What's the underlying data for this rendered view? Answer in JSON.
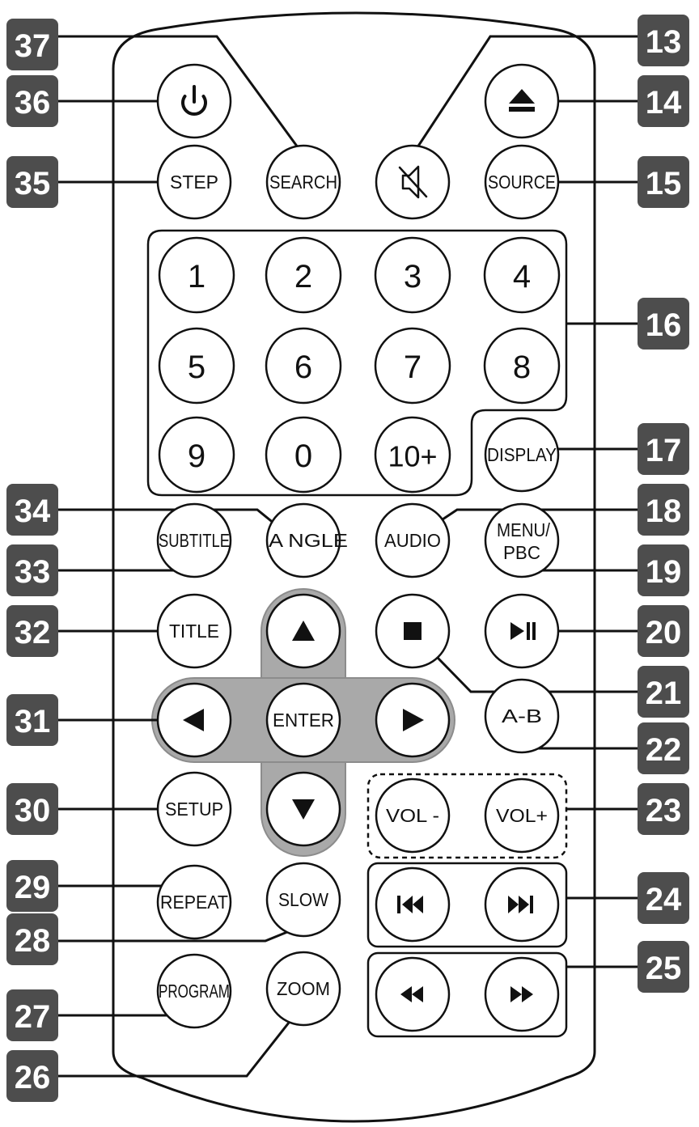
{
  "callouts": {
    "left": [
      "37",
      "36",
      "35",
      "34",
      "33",
      "32",
      "31",
      "30",
      "29",
      "28",
      "27",
      "26"
    ],
    "right": [
      "13",
      "14",
      "15",
      "16",
      "17",
      "18",
      "19",
      "20",
      "21",
      "22",
      "23",
      "24",
      "25"
    ]
  },
  "buttons": {
    "step": "STEP",
    "search": "SEARCH",
    "source": "SOURCE",
    "digits": [
      "1",
      "2",
      "3",
      "4",
      "5",
      "6",
      "7",
      "8",
      "9",
      "0"
    ],
    "ten_plus": "10+",
    "display": "DISPLAY",
    "subtitle": "SUBTITLE",
    "angle": "A NGLE",
    "audio": "AUDIO",
    "menu_pbc": [
      "MENU/",
      "PBC"
    ],
    "title": "TITLE",
    "enter": "ENTER",
    "a_b": "A-B",
    "setup": "SETUP",
    "vol_minus": "VOL -",
    "vol_plus": "VOL+",
    "repeat": "REPEAT",
    "slow": "SLOW",
    "program": "PROGRAM",
    "zoom": "ZOOM"
  },
  "icons": {
    "power": "power-icon",
    "eject": "eject-icon",
    "mute": "mute-icon",
    "up": "up-arrow-icon",
    "left": "left-arrow-icon",
    "right": "right-arrow-icon",
    "down": "down-arrow-icon",
    "stop": "stop-icon",
    "play_pause": "play-pause-icon",
    "prev": "skip-previous-icon",
    "next": "skip-next-icon",
    "rewind": "rewind-icon",
    "fast_forward": "fast-forward-icon"
  },
  "colors": {
    "badge": "#4d4d4d",
    "dpad": "#a9a9a9",
    "outline": "#111111"
  }
}
